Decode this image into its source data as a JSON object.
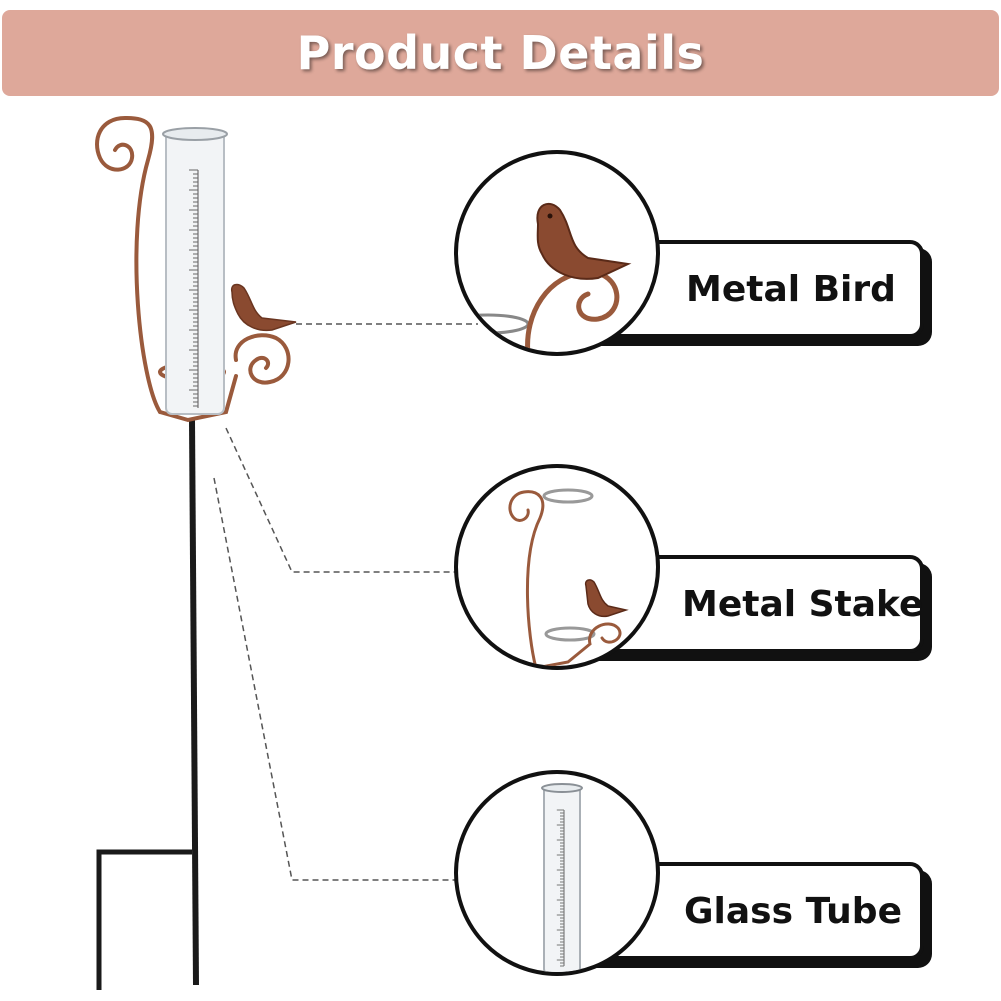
{
  "banner": {
    "title": "Product Details",
    "color": "#dea89a"
  },
  "callouts": [
    {
      "label": "Metal Bird"
    },
    {
      "label": "Metal Stake"
    },
    {
      "label": "Glass Tube"
    }
  ],
  "colors": {
    "copper": "#9a5a3c",
    "stake": "#1a1a1a",
    "outline": "#111111"
  }
}
